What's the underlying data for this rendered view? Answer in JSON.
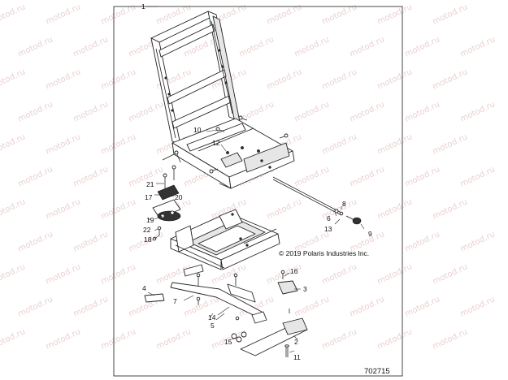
{
  "watermark": {
    "text": "motod.ru"
  },
  "copyright": "© 2019 Polaris Industries Inc.",
  "figure_number": "702715",
  "callouts": [
    "1",
    "2",
    "3",
    "4",
    "5",
    "6",
    "7",
    "8",
    "9",
    "10",
    "11",
    "12",
    "13",
    "14",
    "15",
    "16",
    "17",
    "18",
    "19",
    "20",
    "21",
    "22"
  ]
}
